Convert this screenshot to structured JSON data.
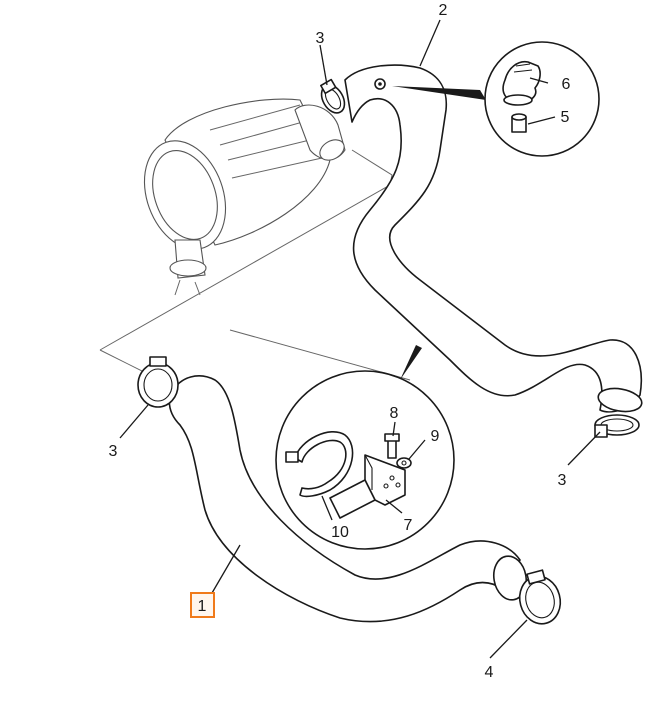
{
  "callouts": {
    "c1": "1",
    "c2": "2",
    "c3a": "3",
    "c3b": "3",
    "c3c": "3",
    "c4": "4",
    "c5": "5",
    "c6": "6",
    "c7": "7",
    "c8": "8",
    "c9": "9",
    "c10": "10"
  },
  "colors": {
    "line": "#1a1a1a",
    "highlight": "#f07a1a",
    "highlight_fill": "#fff6ee",
    "background": "#ffffff"
  },
  "highlighted_part": "1"
}
